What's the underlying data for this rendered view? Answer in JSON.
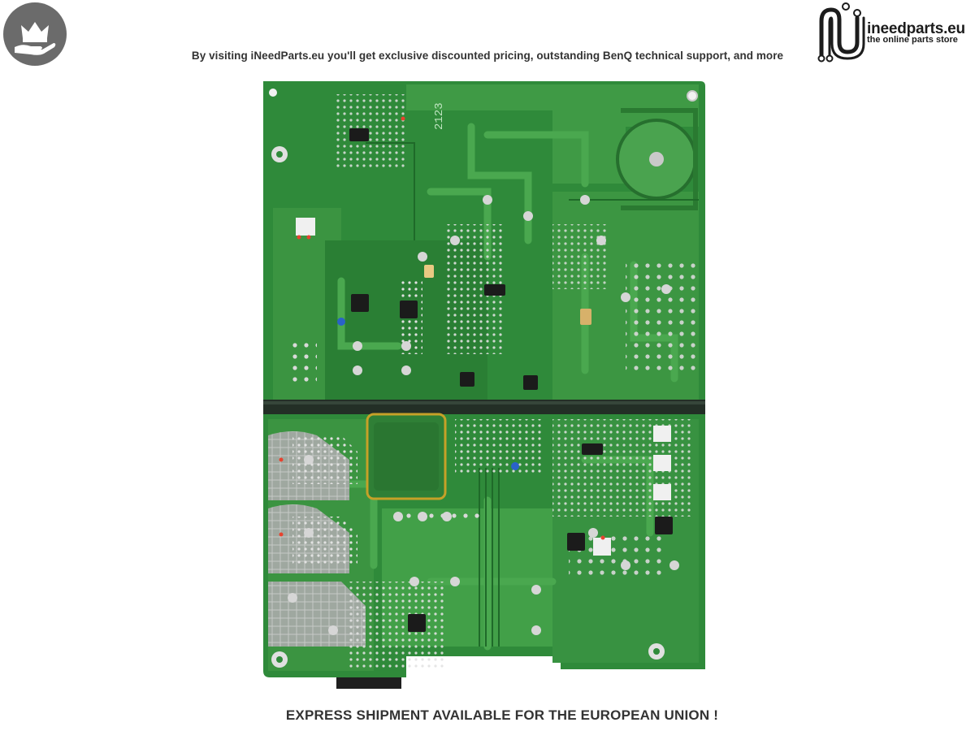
{
  "header": {
    "badge_icon": "crown-on-hand-icon",
    "banner_text": "By visiting iNeedParts.eu you'll get exclusive discounted pricing, outstanding BenQ technical support, and more"
  },
  "logo": {
    "name": "ineedparts.eu",
    "tagline": "the online parts store",
    "icon": "ineedparts-logo-icon"
  },
  "product": {
    "image_icon": "pcb-power-board-photo",
    "silkscreen_text": "2123",
    "colors": {
      "board": "#2f8a3a",
      "board_light": "#55a856",
      "solder": "#d6d6d6"
    }
  },
  "footer": {
    "text": "EXPRESS SHIPMENT AVAILABLE FOR THE EUROPEAN UNION !"
  }
}
